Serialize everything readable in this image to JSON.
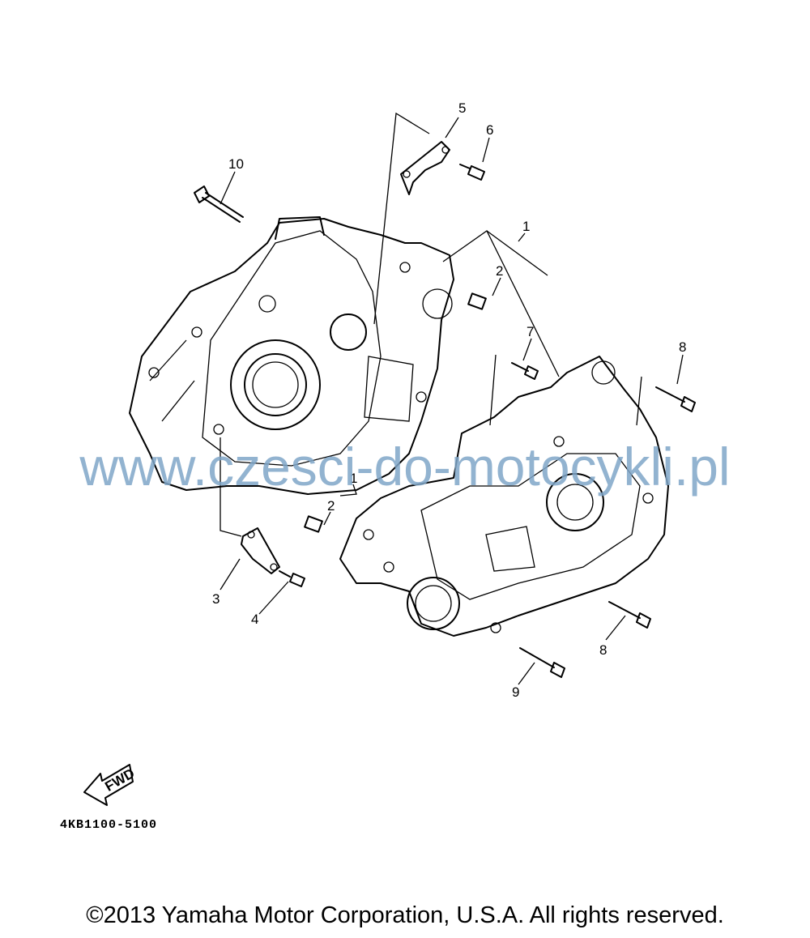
{
  "diagram": {
    "callouts": [
      {
        "id": "c1a",
        "text": "1"
      },
      {
        "id": "c1b",
        "text": "1"
      },
      {
        "id": "c2a",
        "text": "2"
      },
      {
        "id": "c2b",
        "text": "2"
      },
      {
        "id": "c3",
        "text": "3"
      },
      {
        "id": "c4",
        "text": "4"
      },
      {
        "id": "c5",
        "text": "5"
      },
      {
        "id": "c6",
        "text": "6"
      },
      {
        "id": "c7",
        "text": "7"
      },
      {
        "id": "c8a",
        "text": "8"
      },
      {
        "id": "c8b",
        "text": "8"
      },
      {
        "id": "c9",
        "text": "9"
      },
      {
        "id": "c10",
        "text": "10"
      }
    ],
    "fwd_label": "FWD",
    "part_code": "4KB1100-5100"
  },
  "watermark": "www.czesci-do-motocykli.pl",
  "footer": {
    "copyright": "©2013 Yamaha Motor Corporation, U.S.A. All rights reserved."
  }
}
